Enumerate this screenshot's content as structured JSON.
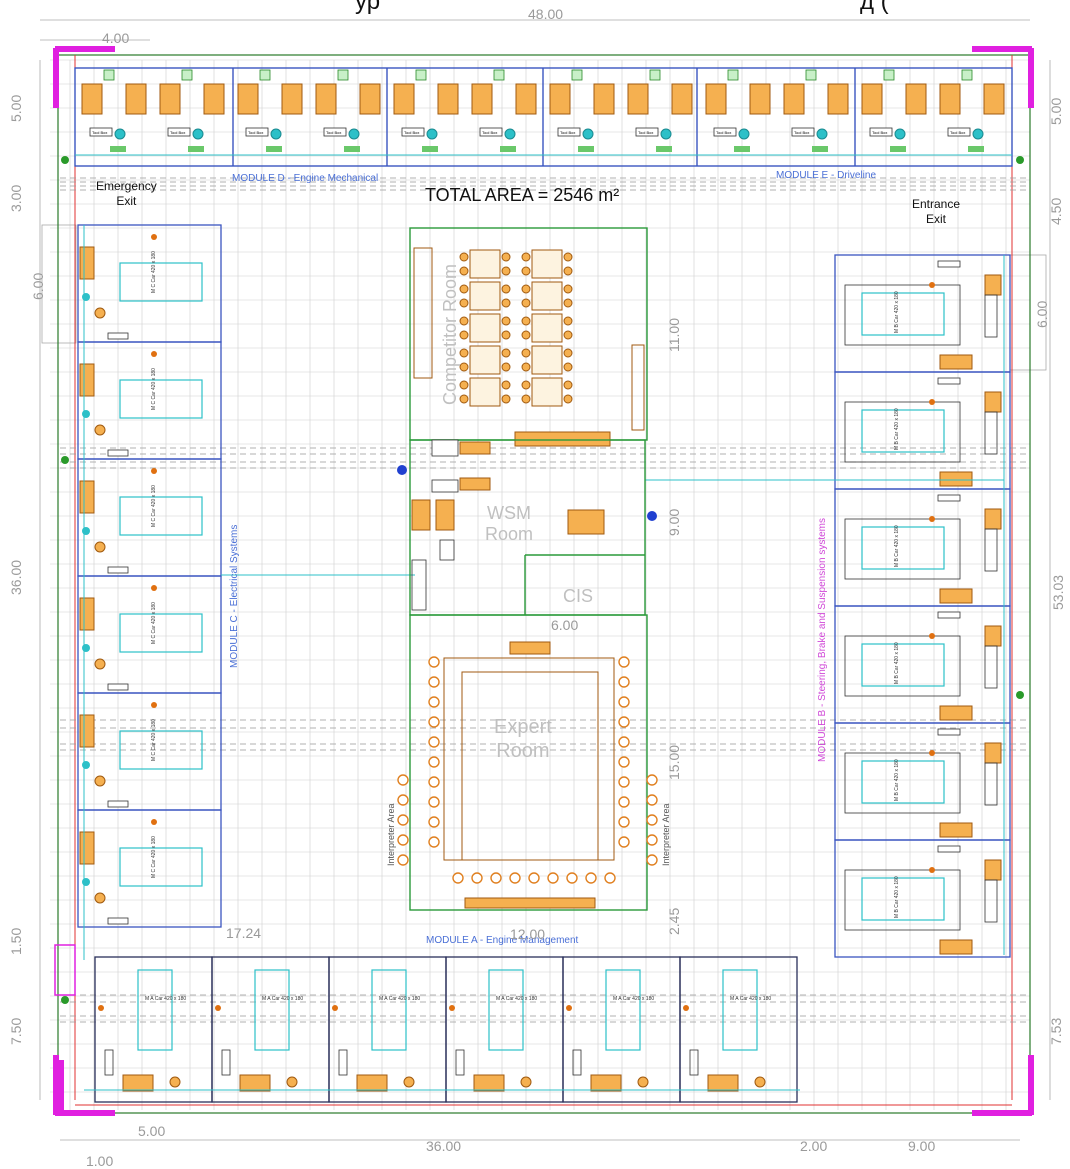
{
  "title_fragment": "ур",
  "title_fragment_end": "д (",
  "total_area": "TOTAL AREA = 2546 m²",
  "exits": {
    "emergency": [
      "Emergency",
      "Exit"
    ],
    "entrance": [
      "Entrance",
      "Exit"
    ]
  },
  "rooms": {
    "competitor": "Competitor Room",
    "wsm": [
      "WSM",
      "Room"
    ],
    "cis": "CIS",
    "expert": [
      "Expert",
      "Room"
    ],
    "interpreter_left": "Interpreter Area",
    "interpreter_right": "Interpreter Area"
  },
  "modules": {
    "d_top": "MODULE D - Engine Mechanical",
    "e_top": "MODULE E - Driveline",
    "c_left": "MODULE C - Electrical Systems",
    "b_right": "MODULE B - Steering, Brake and Suspension systems",
    "a_bottom": "MODULE A - Engine Management"
  },
  "dimensions": {
    "top_total": "48.00",
    "top_left": "4.00",
    "left_5": "5.00",
    "left_3": "3.00",
    "left_6": "6.00",
    "left_36": "36.00",
    "left_1_5": "1.50",
    "left_7_5": "7.50",
    "right_5": "5.00",
    "right_4_5": "4.50",
    "right_6": "6.00",
    "right_53": "53.03",
    "right_7_53": "7.53",
    "center_11": "11.00",
    "center_9": "9.00",
    "center_6": "6.00",
    "center_15": "15.00",
    "center_2_45": "2.45",
    "center_17_24": "17.24",
    "center_12": "12.00",
    "bottom_5": "5.00",
    "bottom_36": "36.00",
    "bottom_2": "2.00",
    "bottom_9": "9.00",
    "bottom_1": "1.00"
  },
  "labels": {
    "tool_box": "Tool Box",
    "ma_car": "M A Car 420 x 180",
    "mc_car": "M C Car 420 x 180",
    "mb_car": "M B Car 420 x 180"
  },
  "colors": {
    "grid": "#cfcfcf",
    "module_border": "#3a55c0",
    "room_wall": "#2a9a3a",
    "furniture": "#f0a040",
    "teal": "#2cc0c8",
    "magenta": "#e020e0",
    "outer_red": "#e03030",
    "dark_border": "#2a2f5a"
  }
}
